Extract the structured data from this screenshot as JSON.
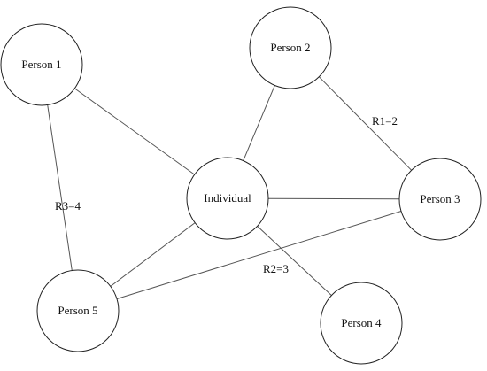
{
  "nodes": {
    "person_1": "Person 1",
    "person_2": "Person 2",
    "person_3": "Person 3",
    "person_4": "Person 4",
    "person_5": "Person 5",
    "individual": "Individual"
  },
  "edges": [
    [
      "person_1",
      "individual"
    ],
    [
      "person_1",
      "person_5"
    ],
    [
      "person_2",
      "individual"
    ],
    [
      "person_2",
      "person_3"
    ],
    [
      "individual",
      "person_3"
    ],
    [
      "individual",
      "person_4"
    ],
    [
      "individual",
      "person_5"
    ],
    [
      "person_5",
      "person_3"
    ]
  ],
  "edge_labels": {
    "r1": "R1=2",
    "r2": "R2=3",
    "r3": "R3=4"
  }
}
